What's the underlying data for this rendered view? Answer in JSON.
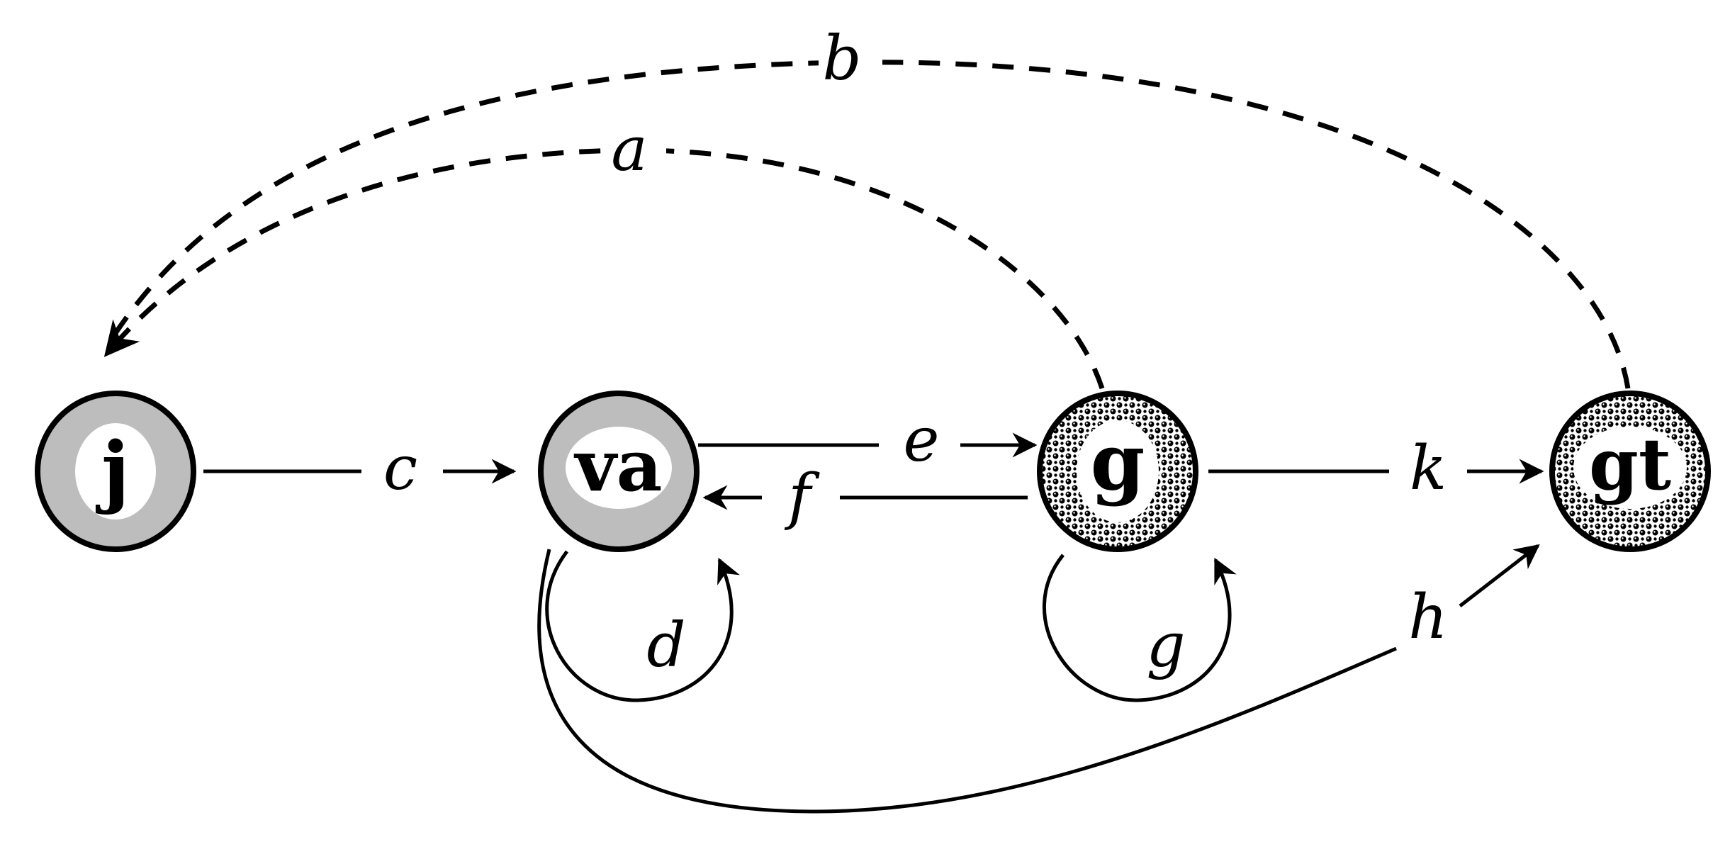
{
  "nodes": [
    {
      "id": "j",
      "label": "j",
      "fill": "gray"
    },
    {
      "id": "va",
      "label": "va",
      "fill": "gray"
    },
    {
      "id": "g",
      "label": "g",
      "fill": "pattern"
    },
    {
      "id": "gt",
      "label": "gt",
      "fill": "pattern"
    }
  ],
  "edges": [
    {
      "id": "a",
      "label": "a",
      "from": "g",
      "to": "j",
      "style": "dashed"
    },
    {
      "id": "b",
      "label": "b",
      "from": "gt",
      "to": "j",
      "style": "dashed"
    },
    {
      "id": "c",
      "label": "c",
      "from": "j",
      "to": "va",
      "style": "solid"
    },
    {
      "id": "d",
      "label": "d",
      "from": "va",
      "to": "va",
      "style": "solid"
    },
    {
      "id": "e",
      "label": "e",
      "from": "va",
      "to": "g",
      "style": "solid"
    },
    {
      "id": "f",
      "label": "f",
      "from": "g",
      "to": "va",
      "style": "solid"
    },
    {
      "id": "g",
      "label": "g",
      "from": "g",
      "to": "g",
      "style": "solid"
    },
    {
      "id": "h",
      "label": "h",
      "from": "va",
      "to": "gt",
      "style": "solid"
    },
    {
      "id": "k",
      "label": "k",
      "from": "g",
      "to": "gt",
      "style": "solid"
    }
  ],
  "colors": {
    "stroke": "#000000",
    "node_gray": "#bdbdbd",
    "node_inner": "#ffffff",
    "pattern_bg": "#ffffff",
    "pattern_dot": "#000000"
  }
}
